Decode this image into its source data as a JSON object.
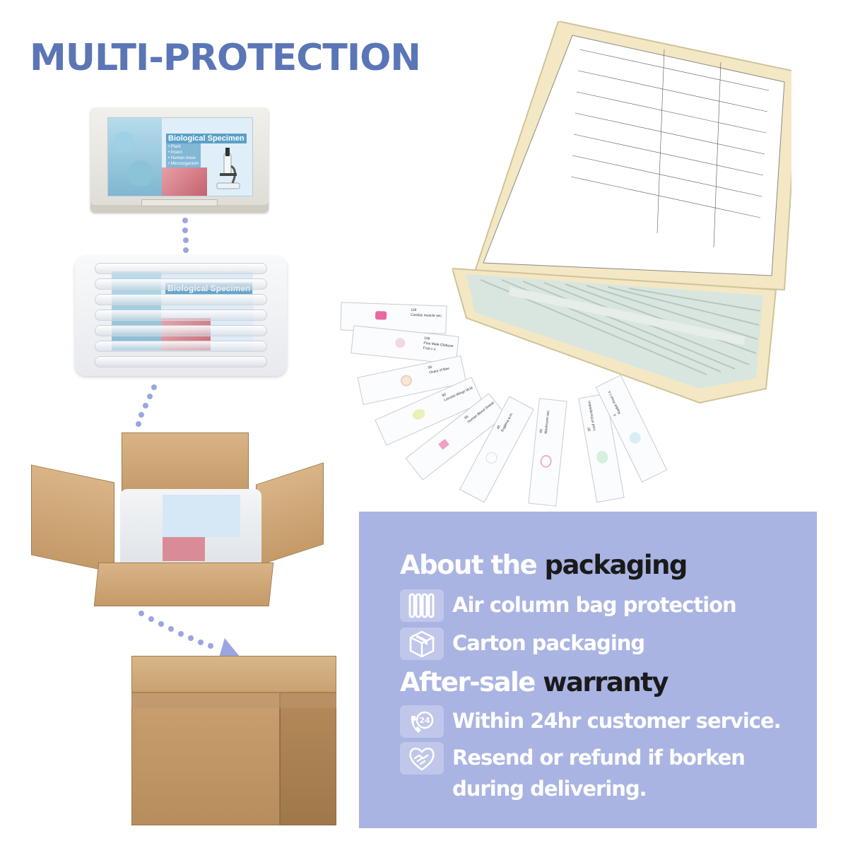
{
  "page": {
    "title": "MULTI-PROTECTION"
  },
  "product_box": {
    "label_title": "Biological Specimen",
    "label_items": [
      "• Plant",
      "• Insect",
      "• Human issue",
      "• Microorganism"
    ],
    "bag_label_title": "Biological Specimen"
  },
  "slides": [
    {
      "number": "119",
      "name": "Cardiac muscle sec."
    },
    {
      "number": "106",
      "name": "Pine Male Globose Fruit c.s"
    },
    {
      "number": "95",
      "name": "Ovary of Bee"
    },
    {
      "number": "80",
      "name": "Locusts Wings W.M"
    },
    {
      "number": "56",
      "name": "Human Blood Smear"
    },
    {
      "number": "48",
      "name": "Euglena w.m."
    },
    {
      "number": "43",
      "name": "Mushroom sec."
    },
    {
      "number": "20",
      "name": "Leaf of Dicotyledon"
    },
    {
      "number": "4",
      "name": "Radish Root c.s"
    }
  ],
  "panel": {
    "packaging_heading_light": "About the ",
    "packaging_heading_dark": "packaging",
    "packaging_items": [
      {
        "icon": "air-column-icon",
        "text": "Air column bag protection"
      },
      {
        "icon": "carton-icon",
        "text": "Carton packaging"
      }
    ],
    "warranty_heading_light": "After-sale ",
    "warranty_heading_dark": "warranty",
    "warranty_items": [
      {
        "icon": "24hr-service-icon",
        "text": "Within 24hr customer service.",
        "badge": "24"
      },
      {
        "icon": "handshake-heart-icon",
        "text_line1": "Resend or refund if borken",
        "text_line2": "during  delivering."
      }
    ]
  },
  "colors": {
    "title": "#5b76b6",
    "panel_bg": "#aab4e3",
    "icon_bg": "#c0c7ea",
    "heading_dark": "#1a1a1a",
    "dots": "#9aa6e0"
  }
}
